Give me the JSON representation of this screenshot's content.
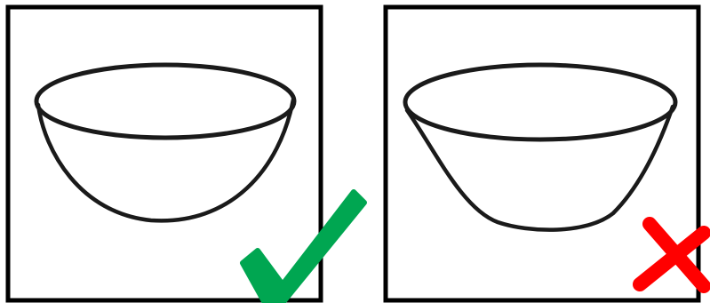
{
  "panels": [
    {
      "id": "left",
      "bowl_shape": "rounded hemispherical bowl",
      "verdict": "correct",
      "mark_icon": "check-mark-icon",
      "mark_color": "#00A651"
    },
    {
      "id": "right",
      "bowl_shape": "tapered conical bowl",
      "verdict": "incorrect",
      "mark_icon": "cross-mark-icon",
      "mark_color": "#FF0000"
    }
  ],
  "colors": {
    "frame": "#000000",
    "outline": "#1a1a1a",
    "background": "#ffffff"
  }
}
